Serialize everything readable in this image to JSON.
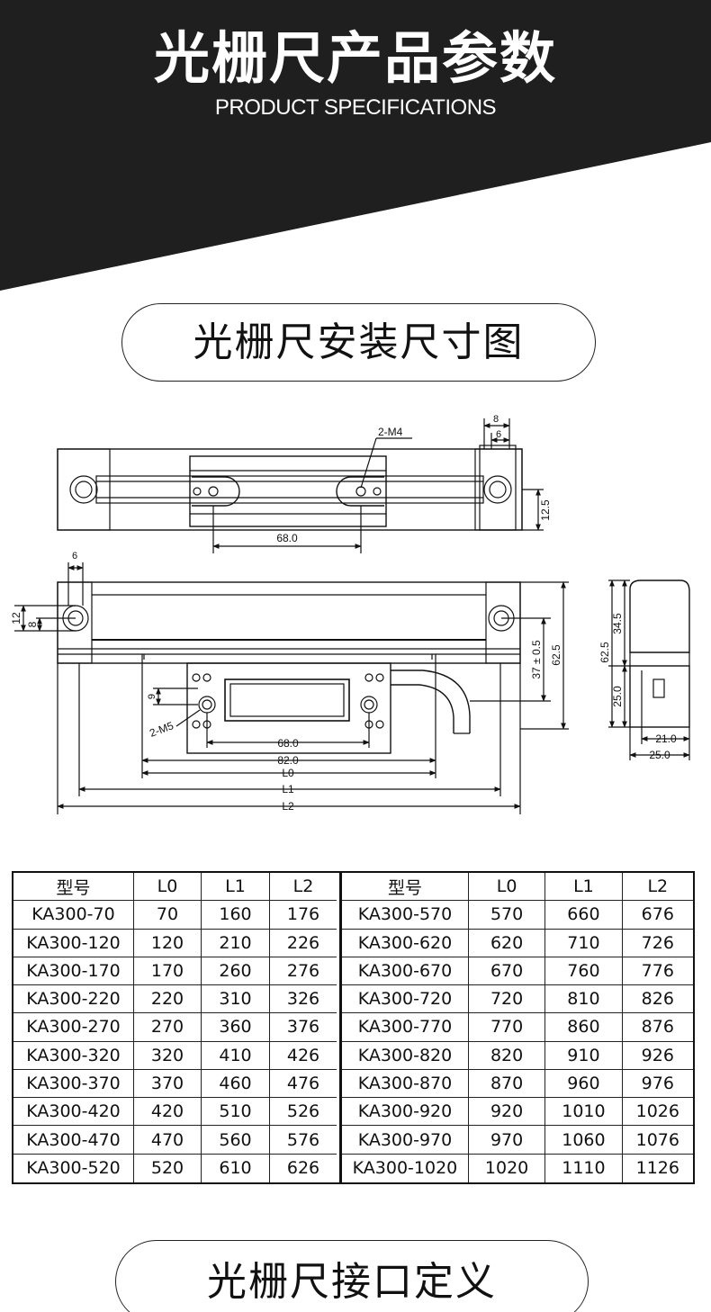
{
  "header": {
    "title": "光栅尺产品参数",
    "subtitle": "PRODUCT SPECIFICATIONS",
    "bg_color": "#1f1f1f"
  },
  "sections": {
    "install": "光栅尺安装尺寸图",
    "interface": "光栅尺接口定义"
  },
  "drawing": {
    "labels": {
      "m4": "2-M4",
      "d8": "8",
      "d6_top": "6",
      "d12_5": "12.5",
      "d68_top": "68.0",
      "d6_left": "6",
      "d12": "12",
      "d8_left": "8",
      "d37": "37 ± 0.5",
      "d62_5": "62.5",
      "d9": "9",
      "m5": "2-M5",
      "d68_bot": "68.0",
      "d82": "82.0",
      "L0": "L0",
      "L1": "L1",
      "L2": "L2",
      "s62_5": "62.5",
      "s34_5": "34.5",
      "s25_0": "25.0",
      "s21_0": "21.0",
      "s25_0b": "25.0"
    }
  },
  "table": {
    "headers": [
      "型号",
      "L0",
      "L1",
      "L2"
    ],
    "left_rows": [
      [
        "KA300-70",
        "70",
        "160",
        "176"
      ],
      [
        "KA300-120",
        "120",
        "210",
        "226"
      ],
      [
        "KA300-170",
        "170",
        "260",
        "276"
      ],
      [
        "KA300-220",
        "220",
        "310",
        "326"
      ],
      [
        "KA300-270",
        "270",
        "360",
        "376"
      ],
      [
        "KA300-320",
        "320",
        "410",
        "426"
      ],
      [
        "KA300-370",
        "370",
        "460",
        "476"
      ],
      [
        "KA300-420",
        "420",
        "510",
        "526"
      ],
      [
        "KA300-470",
        "470",
        "560",
        "576"
      ],
      [
        "KA300-520",
        "520",
        "610",
        "626"
      ]
    ],
    "right_rows": [
      [
        "KA300-570",
        "570",
        "660",
        "676"
      ],
      [
        "KA300-620",
        "620",
        "710",
        "726"
      ],
      [
        "KA300-670",
        "670",
        "760",
        "776"
      ],
      [
        "KA300-720",
        "720",
        "810",
        "826"
      ],
      [
        "KA300-770",
        "770",
        "860",
        "876"
      ],
      [
        "KA300-820",
        "820",
        "910",
        "926"
      ],
      [
        "KA300-870",
        "870",
        "960",
        "976"
      ],
      [
        "KA300-920",
        "920",
        "1010",
        "1026"
      ],
      [
        "KA300-970",
        "970",
        "1060",
        "1076"
      ],
      [
        "KA300-1020",
        "1020",
        "1110",
        "1126"
      ]
    ]
  }
}
